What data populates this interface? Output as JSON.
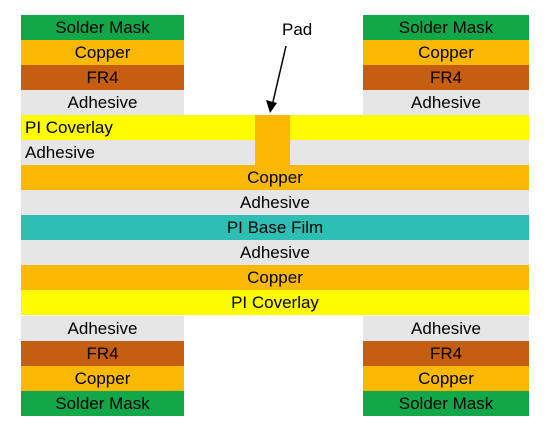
{
  "colors": {
    "solder_mask": "#12a84a",
    "copper": "#fbb800",
    "fr4": "#c55e10",
    "adhesive": "#e6e6e6",
    "pi_coverlay": "#fffc00",
    "pi_base_film": "#2ebfb4"
  },
  "pad_label": "Pad",
  "left_stack": {
    "top": [
      "Solder Mask",
      "Copper",
      "FR4",
      "Adhesive"
    ],
    "bottom": [
      "Adhesive",
      "FR4",
      "Copper",
      "Solder Mask"
    ]
  },
  "right_stack": {
    "top": [
      "Solder Mask",
      "Copper",
      "FR4",
      "Adhesive"
    ],
    "bottom": [
      "Adhesive",
      "FR4",
      "Copper",
      "Solder Mask"
    ]
  },
  "flex_core": {
    "pi_coverlay_top": "PI Coverlay",
    "adhesive_upper": "Adhesive",
    "copper_upper": "Copper",
    "adhesive_mid_upper": "Adhesive",
    "pi_base_film": "PI Base Film",
    "adhesive_mid_lower": "Adhesive",
    "copper_lower": "Copper",
    "pi_coverlay_bottom": "PI Coverlay"
  }
}
